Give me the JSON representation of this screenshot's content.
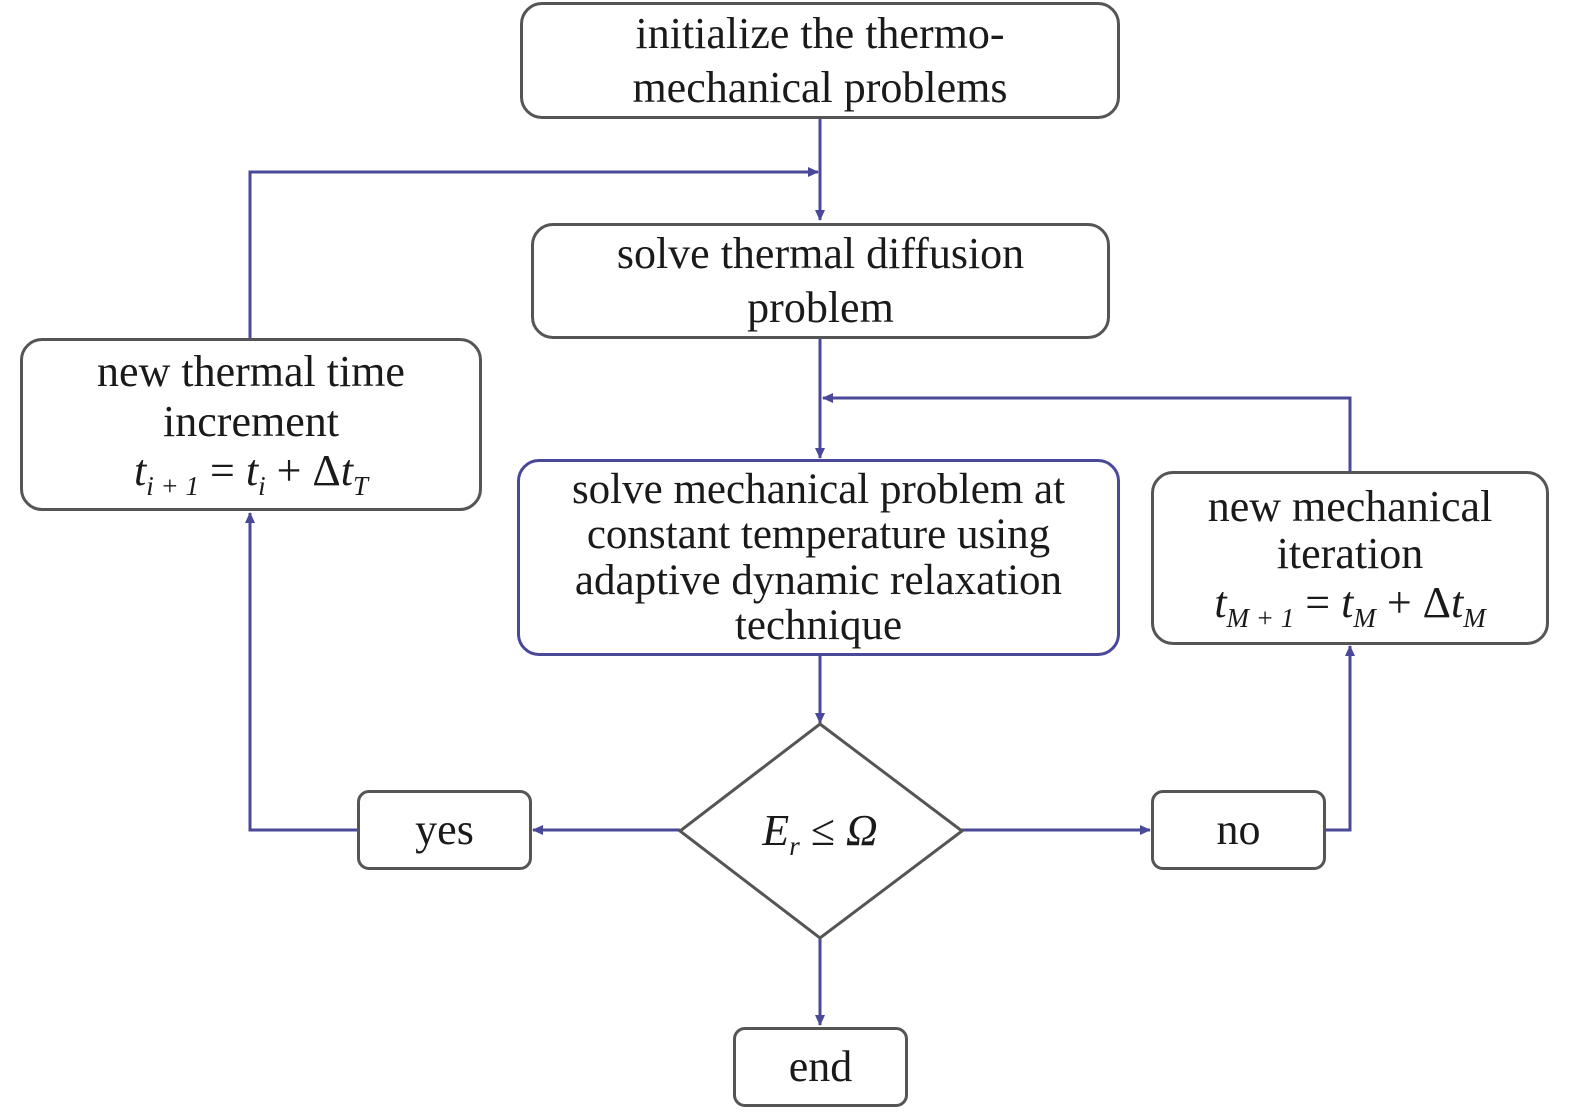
{
  "nodes": {
    "init": {
      "lines": [
        "initialize the thermo-",
        "mechanical problems"
      ]
    },
    "thermal": {
      "lines": [
        "solve thermal diffusion",
        "problem"
      ]
    },
    "mechanical": {
      "lines": [
        "solve mechanical problem at",
        "constant temperature using",
        "adaptive dynamic relaxation",
        "technique"
      ]
    },
    "new_thermal": {
      "lines": [
        "new thermal time",
        "increment"
      ],
      "equation": {
        "lhs": "t",
        "lhs_sub": "i + 1",
        "eq": "=",
        "t1": "t",
        "t1_sub": "i",
        "plus": "+",
        "delta": "Δ",
        "t2": "t",
        "t2_sub": "T"
      }
    },
    "new_mechanical": {
      "lines": [
        "new mechanical",
        "iteration"
      ],
      "equation": {
        "lhs": "t",
        "lhs_sub": "M + 1",
        "eq": "=",
        "t1": "t",
        "t1_sub": "M",
        "plus": "+",
        "delta": "Δ",
        "t2": "t",
        "t2_sub": "M"
      }
    },
    "decision": {
      "var": "E",
      "var_sub": "r",
      "op": "≤",
      "rhs": "Ω"
    },
    "yes": {
      "label": "yes"
    },
    "no": {
      "label": "no"
    },
    "end": {
      "label": "end"
    }
  },
  "colors": {
    "box_border": "#555555",
    "flow_line": "#4a4898"
  }
}
